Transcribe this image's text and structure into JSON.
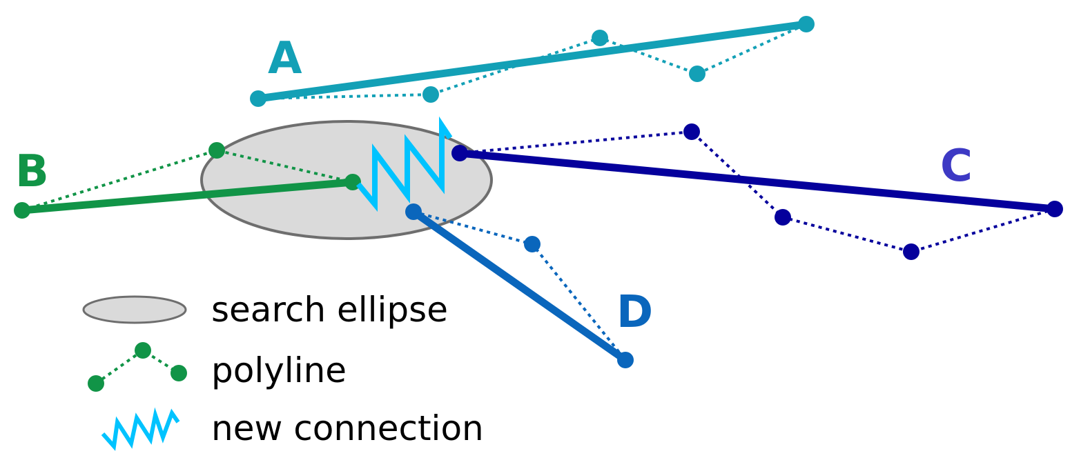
{
  "colors": {
    "A": "#13a0b6",
    "B": "#119447",
    "C": "#05009c",
    "D": "#0a66bc",
    "C_label": "#3d39c4",
    "new_connection": "#00c3ff",
    "ellipse_fill": "#dadada",
    "ellipse_stroke": "#6e6e6e"
  },
  "polylines": {
    "A": {
      "label": "A"
    },
    "B": {
      "label": "B"
    },
    "C": {
      "label": "C"
    },
    "D": {
      "label": "D"
    }
  },
  "legend": {
    "search_ellipse": "search ellipse",
    "polyline": "polyline",
    "new_connection": "new connection"
  }
}
